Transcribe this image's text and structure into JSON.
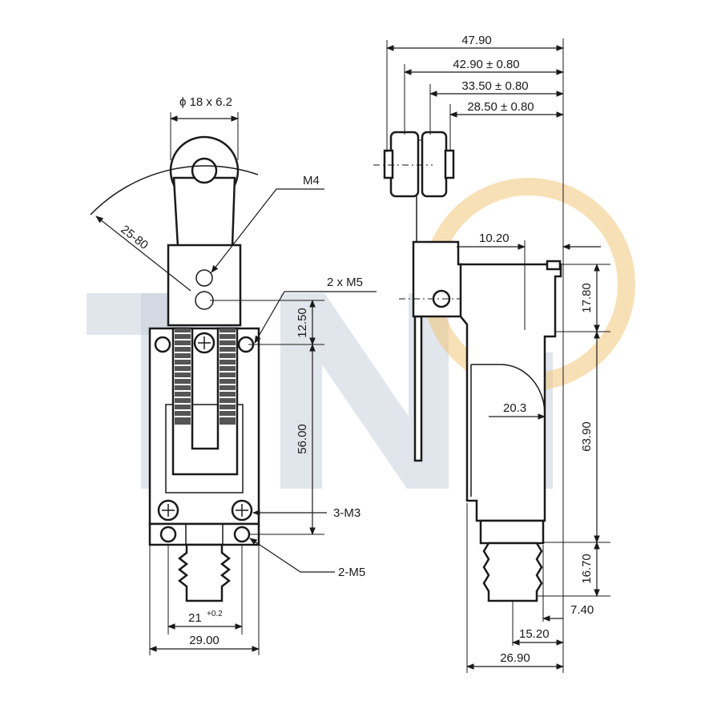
{
  "colors": {
    "line": "#1a1a1a",
    "watermark_gray": "#c9cfdc",
    "watermark_gold": "#f3c77a"
  },
  "front_view": {
    "roller_label": "ϕ 18 x 6.2",
    "screw_label": "M4",
    "arm_label": "25-80",
    "mount_label": "2 x M5",
    "dim_12_50": "12.50",
    "dim_56_00": "56.00",
    "screws_3": "3-M3",
    "screws_2": "2-M5",
    "width_inner": "21",
    "width_inner_tol": "+0.2",
    "width_outer": "29.00"
  },
  "side_view": {
    "dim_47_90": "47.90",
    "dim_42_90": "42.90 ± 0.80",
    "dim_33_50": "33.50 ± 0.80",
    "dim_28_50": "28.50 ± 0.80",
    "dim_10_20": "10.20",
    "dim_17_80": "17.80",
    "dim_20_3": "20.3",
    "dim_63_90": "63.90",
    "dim_16_70": "16.70",
    "dim_7_40": "7.40",
    "dim_15_20": "15.20",
    "dim_26_90": "26.90"
  }
}
